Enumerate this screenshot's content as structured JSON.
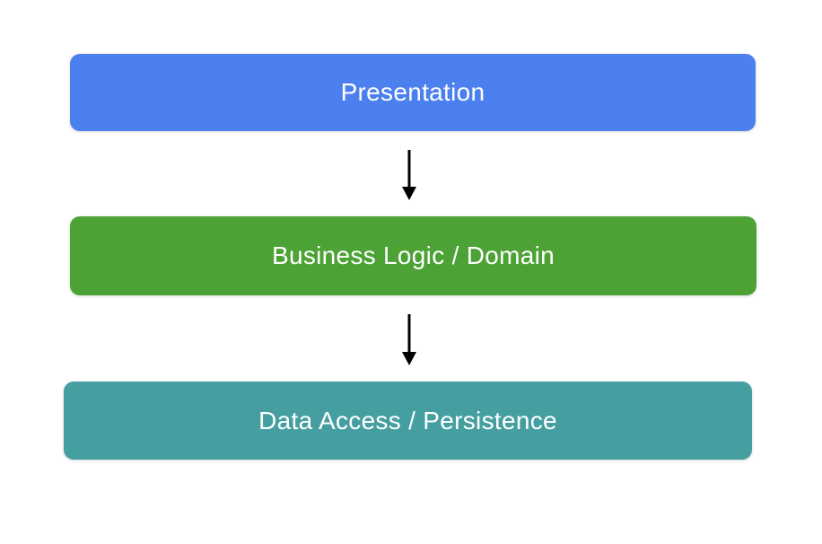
{
  "diagram": {
    "background_color": "#ffffff",
    "text_color": "#ffffff",
    "arrow_color": "#000000",
    "layers": [
      {
        "label": "Presentation",
        "color": "#4B80EE"
      },
      {
        "label": "Business Logic / Domain",
        "color": "#4CA234"
      },
      {
        "label": "Data Access / Persistence",
        "color": "#459FA1"
      }
    ]
  }
}
